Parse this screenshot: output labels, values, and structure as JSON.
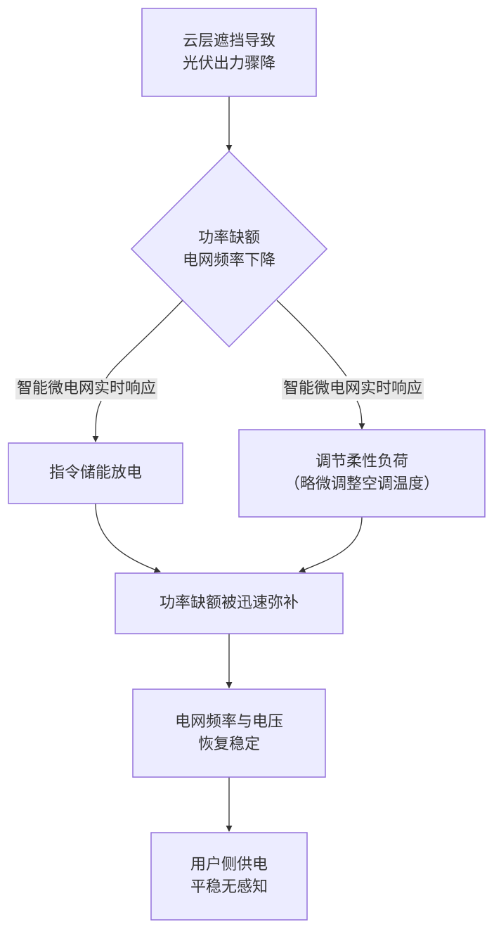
{
  "diagram": {
    "nodes": {
      "cloud": {
        "line1": "云层遮挡导致",
        "line2": "光伏出力骤降"
      },
      "deficit": {
        "line1": "功率缺额",
        "line2": "电网频率下降"
      },
      "storage": {
        "label": "指令储能放电"
      },
      "flex_load": {
        "line1": "调节柔性负荷",
        "line2": "（略微调整空调温度）"
      },
      "compensated": {
        "label": "功率缺额被迅速弥补"
      },
      "stable": {
        "line1": "电网频率与电压",
        "line2": "恢复稳定"
      },
      "user": {
        "line1": "用户侧供电",
        "line2": "平稳无感知"
      }
    },
    "edge_labels": {
      "left": "智能微电网实时响应",
      "right": "智能微电网实时响应"
    },
    "colors": {
      "node_fill": "#ECECFF",
      "node_stroke": "#9370DB",
      "edge": "#333333",
      "edge_label_bg": "#E8E8E8",
      "text": "#333333"
    }
  }
}
